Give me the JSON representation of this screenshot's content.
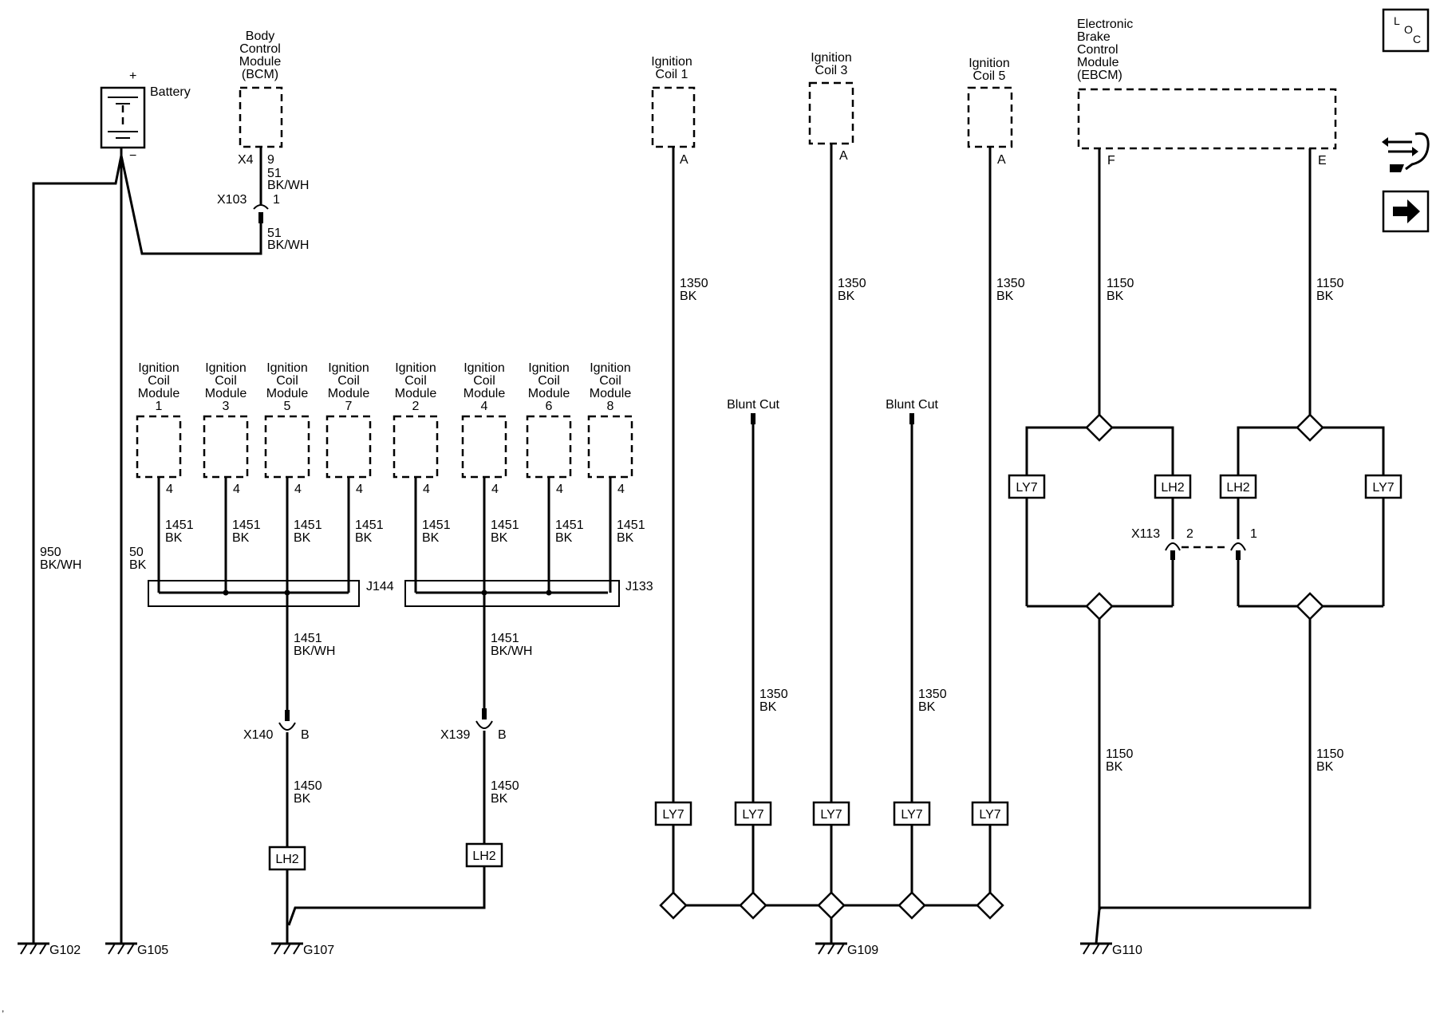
{
  "battery": {
    "label": "Battery",
    "plus": "+",
    "minus": "−"
  },
  "bcm": {
    "name_lines": [
      "Body",
      "Control",
      "Module",
      "(BCM)"
    ],
    "connector": "X4",
    "pin": "9",
    "wire1": {
      "circuit": "51",
      "color": "BK/WH"
    },
    "inline_connector": "X103",
    "inline_pin": "1",
    "wire2": {
      "circuit": "51",
      "color": "BK/WH"
    }
  },
  "wire_950": {
    "circuit": "950",
    "color": "BK/WH"
  },
  "wire_50": {
    "circuit": "50",
    "color": "BK"
  },
  "coil_modules": [
    {
      "lines": [
        "Ignition",
        "Coil",
        "Module",
        "1"
      ],
      "pin": "4",
      "circuit": "1451",
      "color": "BK"
    },
    {
      "lines": [
        "Ignition",
        "Coil",
        "Module",
        "3"
      ],
      "pin": "4",
      "circuit": "1451",
      "color": "BK"
    },
    {
      "lines": [
        "Ignition",
        "Coil",
        "Module",
        "5"
      ],
      "pin": "4",
      "circuit": "1451",
      "color": "BK"
    },
    {
      "lines": [
        "Ignition",
        "Coil",
        "Module",
        "7"
      ],
      "pin": "4",
      "circuit": "1451",
      "color": "BK"
    },
    {
      "lines": [
        "Ignition",
        "Coil",
        "Module",
        "2"
      ],
      "pin": "4",
      "circuit": "1451",
      "color": "BK"
    },
    {
      "lines": [
        "Ignition",
        "Coil",
        "Module",
        "4"
      ],
      "pin": "4",
      "circuit": "1451",
      "color": "BK"
    },
    {
      "lines": [
        "Ignition",
        "Coil",
        "Module",
        "6"
      ],
      "pin": "4",
      "circuit": "1451",
      "color": "BK"
    },
    {
      "lines": [
        "Ignition",
        "Coil",
        "Module",
        "8"
      ],
      "pin": "4",
      "circuit": "1451",
      "color": "BK"
    }
  ],
  "splice_left": {
    "name": "J144",
    "out_wire": {
      "circuit": "1451",
      "color": "BK/WH"
    },
    "inline_connector": "X140",
    "inline_pin": "B",
    "ground_wire": {
      "circuit": "1450",
      "color": "BK"
    },
    "option": "LH2"
  },
  "splice_right": {
    "name": "J133",
    "out_wire": {
      "circuit": "1451",
      "color": "BK/WH"
    },
    "inline_connector": "X139",
    "inline_pin": "B",
    "ground_wire": {
      "circuit": "1450",
      "color": "BK"
    },
    "option": "LH2"
  },
  "ignition_coils": [
    {
      "lines": [
        "Ignition",
        "Coil 1"
      ],
      "pin": "A",
      "circuit": "1350",
      "color": "BK",
      "option": "LY7"
    },
    {
      "lines": [
        "Ignition",
        "Coil 3"
      ],
      "pin": "A",
      "circuit": "1350",
      "color": "BK",
      "option": "LY7"
    },
    {
      "lines": [
        "Ignition",
        "Coil 5"
      ],
      "pin": "A",
      "circuit": "1350",
      "color": "BK",
      "option": "LY7"
    }
  ],
  "blunt_cuts": [
    {
      "label": "Blunt Cut",
      "circuit": "1350",
      "color": "BK",
      "option": "LY7"
    },
    {
      "label": "Blunt Cut",
      "circuit": "1350",
      "color": "BK",
      "option": "LY7"
    }
  ],
  "ebcm": {
    "name_lines": [
      "Electronic",
      "Brake",
      "Control",
      "Module",
      "(EBCM)"
    ],
    "pin_f": "F",
    "pin_e": "E",
    "wire_f": {
      "circuit": "1150",
      "color": "BK"
    },
    "wire_e": {
      "circuit": "1150",
      "color": "BK"
    },
    "options": {
      "ly7": "LY7",
      "lh2": "LH2"
    },
    "inline_connector": "X113",
    "inline_pin_left": "2",
    "inline_pin_right": "1",
    "ground_wire_left": {
      "circuit": "1150",
      "color": "BK"
    },
    "ground_wire_right": {
      "circuit": "1150",
      "color": "BK"
    }
  },
  "grounds": [
    "G102",
    "G105",
    "G107",
    "G109",
    "G110"
  ],
  "icons": {
    "loc_icon": {
      "l": "L",
      "o": "O",
      "c": "C"
    },
    "schematic_icon": "wrench-schematic-icon",
    "next_icon": "arrow-right-icon"
  }
}
